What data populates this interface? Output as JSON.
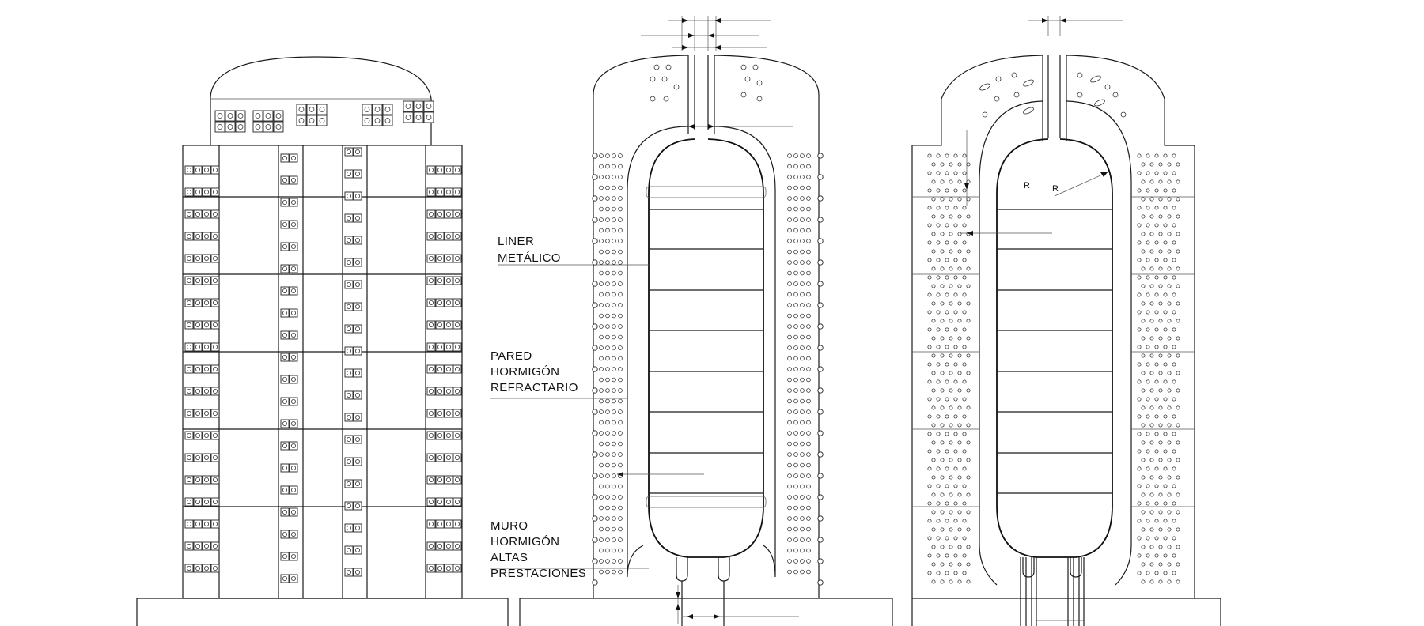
{
  "labels": {
    "liner": [
      "LINER",
      "METÁLICO"
    ],
    "pared": [
      "PARED",
      "HORMIGÓN",
      "REFRACTARIO"
    ],
    "muro": [
      "MURO",
      "HORMIGÓN",
      "ALTAS",
      "PRESTACIONES"
    ],
    "radius_a": "R",
    "radius_b": "R"
  },
  "views": [
    "elevation",
    "section-a",
    "section-b"
  ],
  "colors": {
    "ink": "#1a1a1a",
    "paper": "#ffffff"
  }
}
